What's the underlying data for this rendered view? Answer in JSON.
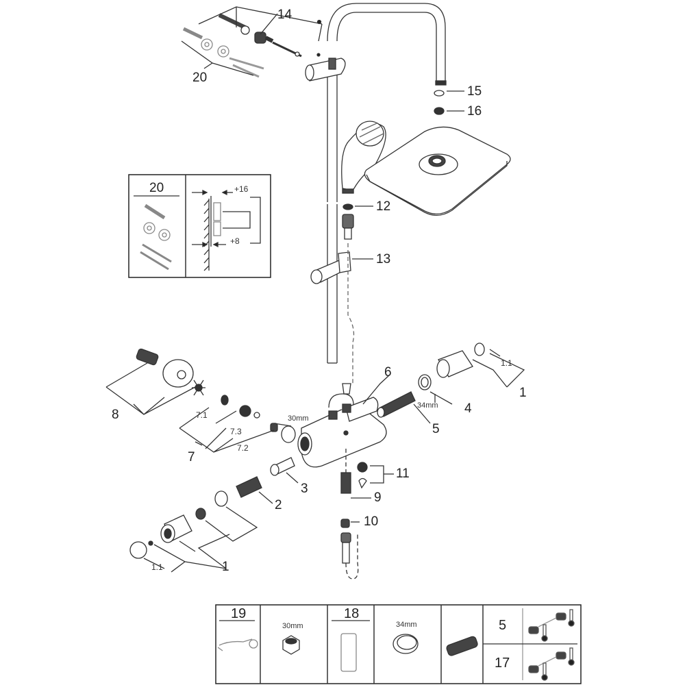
{
  "title": "Shower system exploded parts diagram",
  "callouts": {
    "c14": "14",
    "c20": "20",
    "c15": "15",
    "c16": "16",
    "c12": "12",
    "c13": "13",
    "c6": "6",
    "c4": "4",
    "c5": "5",
    "c1_right": "1",
    "c1_1_right": "1.1",
    "c8": "8",
    "c7": "7",
    "c7_1": "7.1",
    "c7_2": "7.2",
    "c7_3": "7.3",
    "c3": "3",
    "c2": "2",
    "c9": "9",
    "c10": "10",
    "c11": "11",
    "c1_left": "1",
    "c1_1_left": "1.1"
  },
  "dimensions": {
    "nut_30": "30mm",
    "ring_34": "34mm"
  },
  "inset_box": {
    "part_number": "20",
    "offset_top": "+16",
    "offset_bottom": "+8"
  },
  "tool_table": {
    "cells": [
      {
        "number": "19",
        "item": "wrench"
      },
      {
        "size": "30mm",
        "item": "nut"
      },
      {
        "number": "18",
        "item": "socket tool"
      },
      {
        "size": "34mm",
        "item": "ring"
      },
      {
        "item": "thermostat cartridge"
      }
    ],
    "variants": [
      {
        "number": "5",
        "item": "cartridge temperature variant"
      },
      {
        "number": "17",
        "item": "cartridge temperature variant"
      }
    ]
  }
}
